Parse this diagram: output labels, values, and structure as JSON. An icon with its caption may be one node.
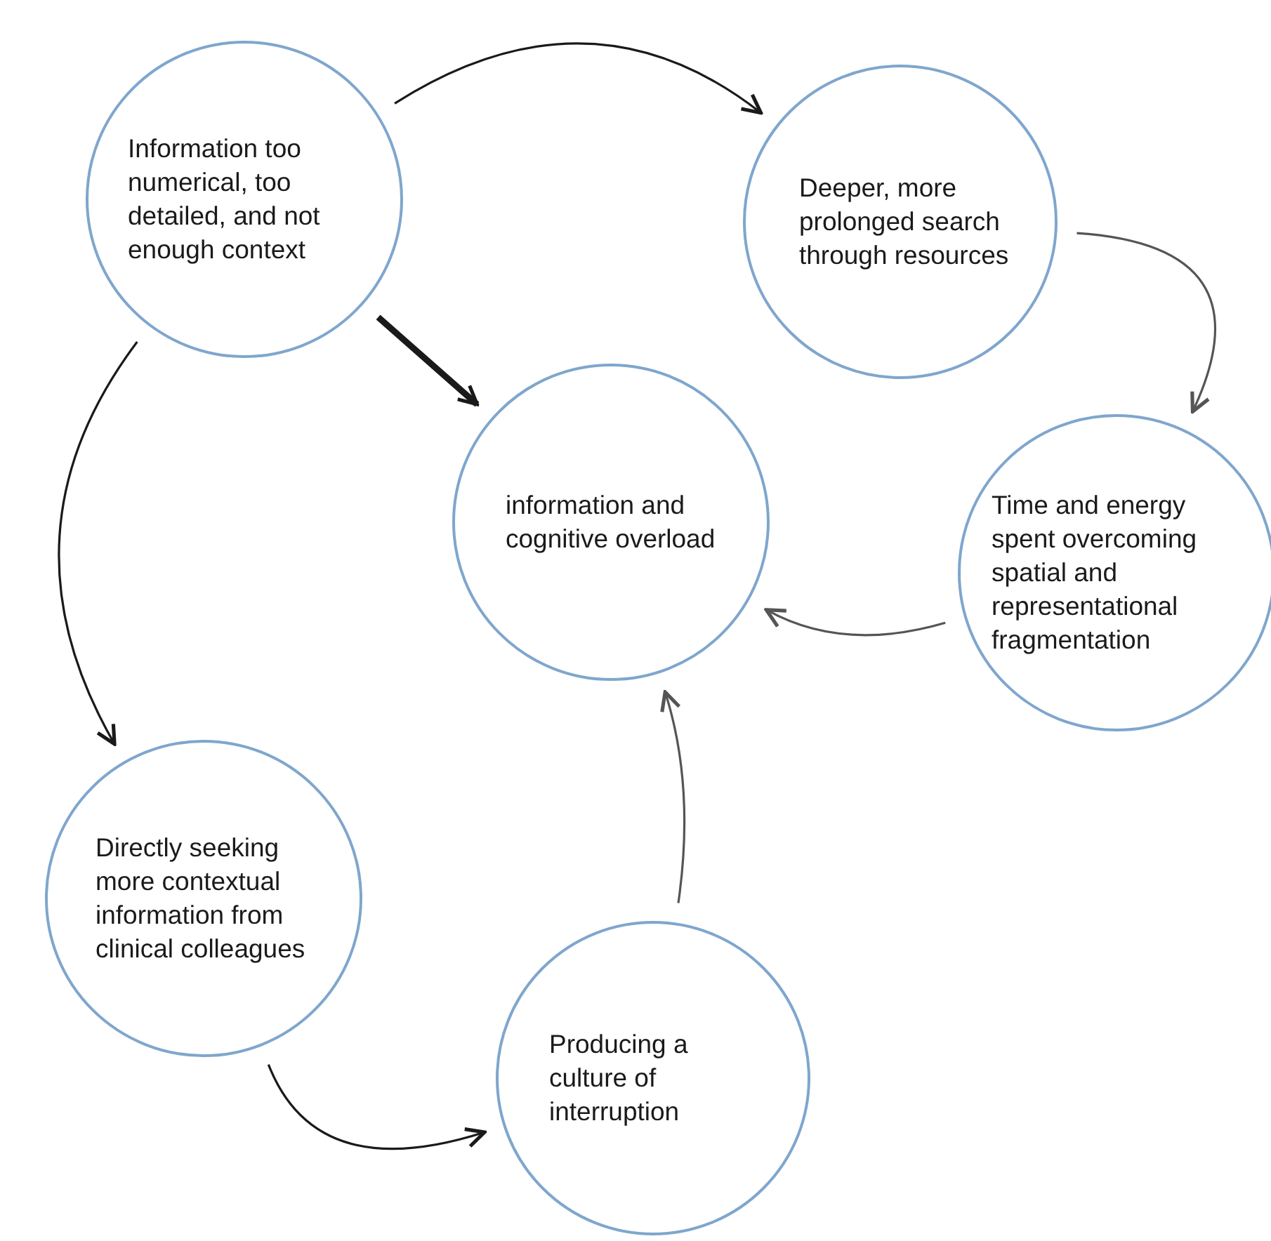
{
  "diagram": {
    "nodes": [
      {
        "text": [
          "Information too numerical, too detailed, and not enough context"
        ]
      },
      {
        "text": [
          "Deeper, more prolonged search through resources"
        ]
      },
      {
        "text": [
          "Time and energy spent overcoming spatial and representational fragmentation"
        ]
      },
      {
        "text": [
          "information and cognitive overload"
        ]
      },
      {
        "text": [
          "Directly seeking more contextual information from clinical colleagues"
        ]
      },
      {
        "text": [
          "Producing a culture of interruption"
        ]
      }
    ],
    "edges": [
      {
        "from": 0,
        "to": 1,
        "arrow": "to"
      },
      {
        "from": 1,
        "to": 2,
        "arrow": "to",
        "color": "#555555"
      },
      {
        "from": 0,
        "to": 3,
        "arrow": "to",
        "style": "thick"
      },
      {
        "from": 0,
        "to": 4,
        "arrow": "to"
      },
      {
        "from": 4,
        "to": 5,
        "arrow": "to"
      },
      {
        "from": 2,
        "to": 3,
        "arrow": "to",
        "color": "#555555"
      },
      {
        "from": 5,
        "to": 3,
        "arrow": "to",
        "color": "#555555"
      }
    ]
  }
}
